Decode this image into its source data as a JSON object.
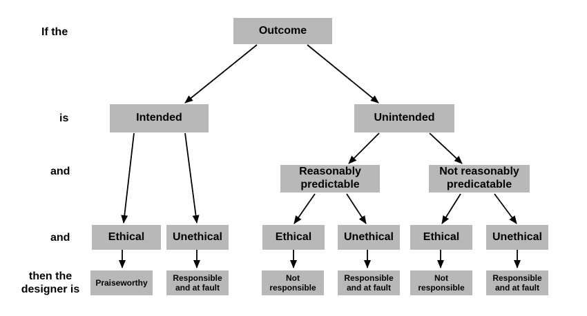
{
  "row_labels": {
    "r1": "If the",
    "r2": "is",
    "r3": "and",
    "r4": "and",
    "r5a": "then the",
    "r5b": "designer is"
  },
  "nodes": {
    "outcome": "Outcome",
    "intended": "Intended",
    "unintended": "Unintended",
    "reasonably_predictable_l1": "Reasonably",
    "reasonably_predictable_l2": "predictable",
    "not_reasonably_l1": "Not reasonably",
    "not_reasonably_l2": "predicatable",
    "ethical_1": "Ethical",
    "unethical_1": "Unethical",
    "ethical_2": "Ethical",
    "unethical_2": "Unethical",
    "ethical_3": "Ethical",
    "unethical_3": "Unethical"
  },
  "results": {
    "praiseworthy": "Praiseworthy",
    "responsible_1_l1": "Responsible",
    "responsible_1_l2": "and at fault",
    "not_responsible_1_l1": "Not",
    "not_responsible_1_l2": "responsible",
    "responsible_2_l1": "Responsible",
    "responsible_2_l2": "and at fault",
    "not_responsible_2_l1": "Not",
    "not_responsible_2_l2": "responsible",
    "responsible_3_l1": "Responsible",
    "responsible_3_l2": "and at fault"
  },
  "colors": {
    "box_fill": "#b8b8b8",
    "arrow": "#000000"
  }
}
